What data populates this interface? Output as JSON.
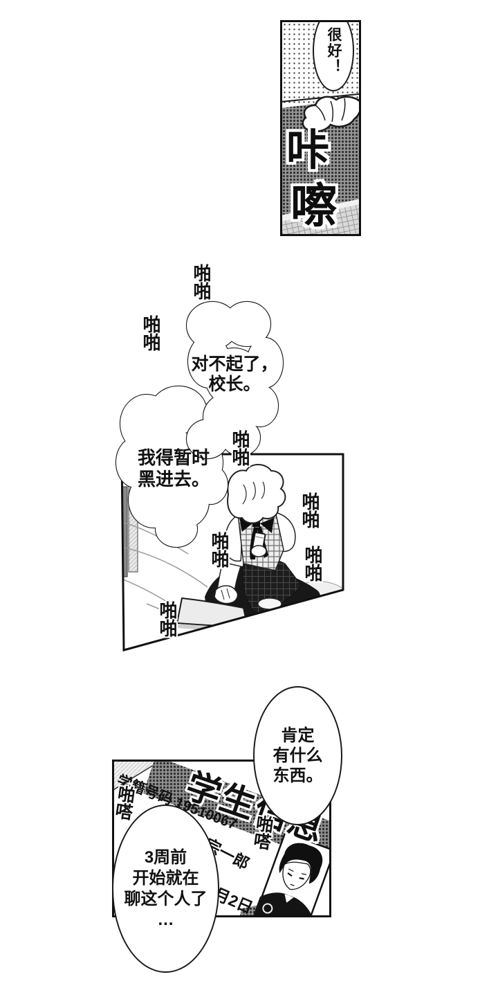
{
  "colors": {
    "ink": "#111111",
    "paper": "#ffffff",
    "halftone": "#6a6a6a"
  },
  "panel_top": {
    "bubble_praise": "很好！",
    "sfx_camera": {
      "chars": [
        "咔",
        "嚓"
      ]
    }
  },
  "panel_middle": {
    "bubble_apology": {
      "lines": [
        "对不起了，",
        "校长。"
      ]
    },
    "bubble_hack": {
      "lines": [
        "我得暂时",
        "黑进去。"
      ]
    },
    "sfx_typing": "啪啪"
  },
  "panel_bottom": {
    "bubble_suspicion": {
      "lines": [
        "肯定",
        "有什么",
        "东西。"
      ]
    },
    "bubble_weeks": {
      "lines": [
        "3周前",
        "开始就在",
        "聊这个人了",
        "…"
      ]
    },
    "sfx_tap": "啪嗒",
    "screen": {
      "title": "学生信息",
      "student_id_line": "学籍号码 19510067",
      "name": "宗一郎",
      "date": "6月2日"
    }
  }
}
